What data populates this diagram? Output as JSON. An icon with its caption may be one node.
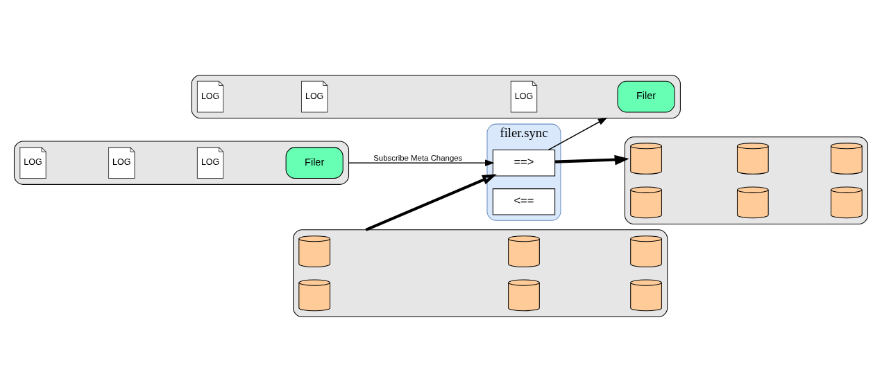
{
  "diagram": {
    "nodes": [
      {
        "text": [],
        "shape": "box"
      },
      {
        "text": [
          "Filer"
        ],
        "in": 0
      },
      {
        "text": [
          "LOG"
        ],
        "in": 0
      },
      {
        "text": [
          "LOG"
        ],
        "in": 0
      },
      {
        "text": [
          "LOG"
        ],
        "in": 0
      },
      {
        "text": [],
        "shape": "box"
      },
      {
        "text": [],
        "shape": "cylinder",
        "in": 5
      },
      {
        "text": [],
        "shape": "cylinder",
        "in": 5
      },
      {
        "text": [],
        "shape": "cylinder",
        "in": 5
      },
      {
        "text": [],
        "shape": "cylinder",
        "in": 5
      },
      {
        "text": [],
        "shape": "cylinder",
        "in": 5
      },
      {
        "text": [],
        "shape": "cylinder",
        "in": 5
      },
      {
        "text": [
          "filer.sync"
        ]
      },
      {
        "text": [
          "==>"
        ],
        "in": 12
      },
      {
        "text": [
          "<=="
        ],
        "in": 12
      },
      {
        "text": [],
        "shape": "box"
      },
      {
        "text": [
          "Filer"
        ],
        "in": 15
      },
      {
        "text": [
          "LOG"
        ],
        "in": 15
      },
      {
        "text": [
          "LOG"
        ],
        "in": 15
      },
      {
        "text": [
          "LOG"
        ],
        "in": 15
      },
      {
        "text": [],
        "shape": "box"
      },
      {
        "text": [],
        "shape": "cylinder",
        "in": 20
      },
      {
        "text": [],
        "shape": "cylinder",
        "in": 20
      },
      {
        "text": [],
        "shape": "cylinder",
        "in": 20
      },
      {
        "text": [],
        "shape": "cylinder",
        "in": 20
      },
      {
        "text": [],
        "shape": "cylinder",
        "in": 20
      },
      {
        "text": [],
        "shape": "cylinder",
        "in": 20
      }
    ],
    "edges": [
      {
        "from": 0,
        "to": 13,
        "arrow": "to",
        "label": "Subscribe Meta Changes"
      },
      {
        "from": 5,
        "to": 13,
        "arrow": "to",
        "style": "thick"
      },
      {
        "from": 13,
        "to": 15,
        "arrow": "to"
      },
      {
        "from": 13,
        "to": 20,
        "arrow": "to",
        "style": "thick"
      }
    ]
  }
}
